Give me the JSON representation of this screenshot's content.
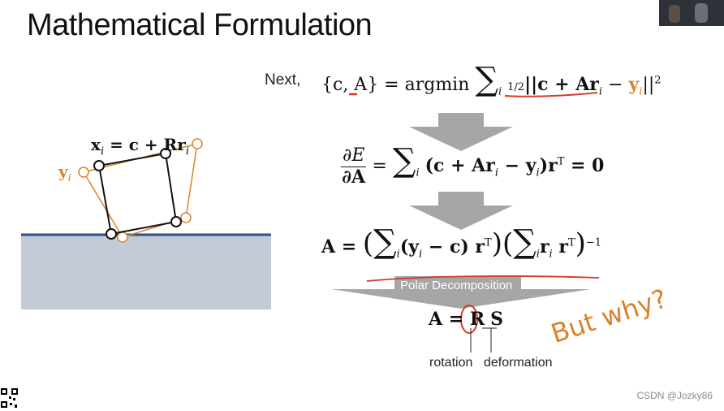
{
  "slide": {
    "title": "Mathematical Formulation",
    "next_label": "Next,",
    "diagram": {
      "x_formula": "x",
      "x_sub": "i",
      "x_rest": " = c + Rr",
      "x_rest_sub": "i",
      "y_label": "y",
      "y_sub": "i"
    },
    "eq1": {
      "lhs": "{c, A} = argmin",
      "half": "1/2",
      "body": "||c + Ar",
      "sub_i": "i",
      "minus": " − ",
      "y": "y",
      "tail": "||",
      "power": "2"
    },
    "eq2": {
      "num": "∂E",
      "den": "∂A",
      "body": "(c + Ar",
      "sub_i": "i",
      "mid": " − y",
      "close": ")r",
      "sup_T": "T",
      "rhs": " = 0"
    },
    "eq3": {
      "lhs": "A = ",
      "p1": "(y",
      "p1_sub": "i",
      "p1_rest": " − c) r",
      "p1_sup": "T",
      "p2": "r",
      "p2_sub": "i",
      "p2_rest": " r",
      "p2_sup": "T",
      "power": "−1"
    },
    "band_label": "Polar Decomposition",
    "eq4": {
      "lhs": "A = ",
      "R": "R",
      "S": "S"
    },
    "rotation_label": "rotation",
    "deformation_label": "deformation",
    "annotation": "But why?",
    "watermark": "CSDN @Jozky86"
  },
  "colors": {
    "orange": "#d9822b",
    "ground_line": "#2f4f8f",
    "ground_fill": "#c3cbd6",
    "arrow_gray": "#a6a6a6",
    "red_ink": "#d63a2a"
  }
}
